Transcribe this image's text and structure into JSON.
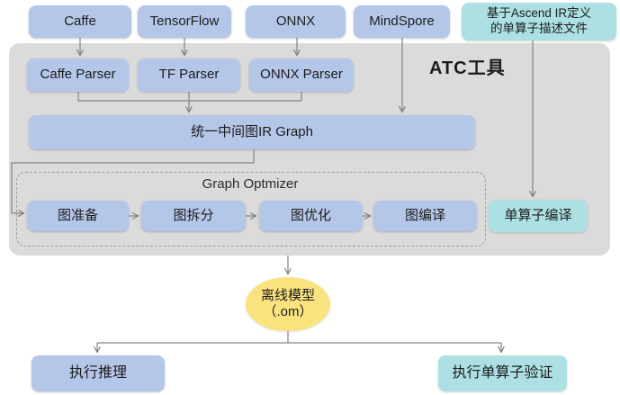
{
  "diagram": {
    "colors": {
      "node_blue": "#b5c7e8",
      "node_teal": "#ade0e2",
      "container_gray": "#dbdbdb",
      "dash_gray": "#9e9e9e",
      "ellipse_yellow": "#fae37e",
      "line_gray": "#848484"
    },
    "container_label": "ATC工具",
    "optimizer_group_label": "Graph Optmizer",
    "nodes": {
      "caffe": "Caffe",
      "tensorflow": "TensorFlow",
      "onnx": "ONNX",
      "mindspore": "MindSpore",
      "op_desc_line1": "基于Ascend IR定义",
      "op_desc_line2": "的单算子描述文件",
      "caffe_parser": "Caffe Parser",
      "tf_parser": "TF Parser",
      "onnx_parser": "ONNX Parser",
      "ir_graph": "统一中间图IR Graph",
      "graph_prepare": "图准备",
      "graph_split": "图拆分",
      "graph_optimize": "图优化",
      "graph_compile": "图编译",
      "single_op_compile": "单算子编译",
      "offline_model_line1": "离线模型",
      "offline_model_line2": "（.om）",
      "run_inference": "执行推理",
      "run_single_op_verify": "执行单算子验证"
    }
  }
}
